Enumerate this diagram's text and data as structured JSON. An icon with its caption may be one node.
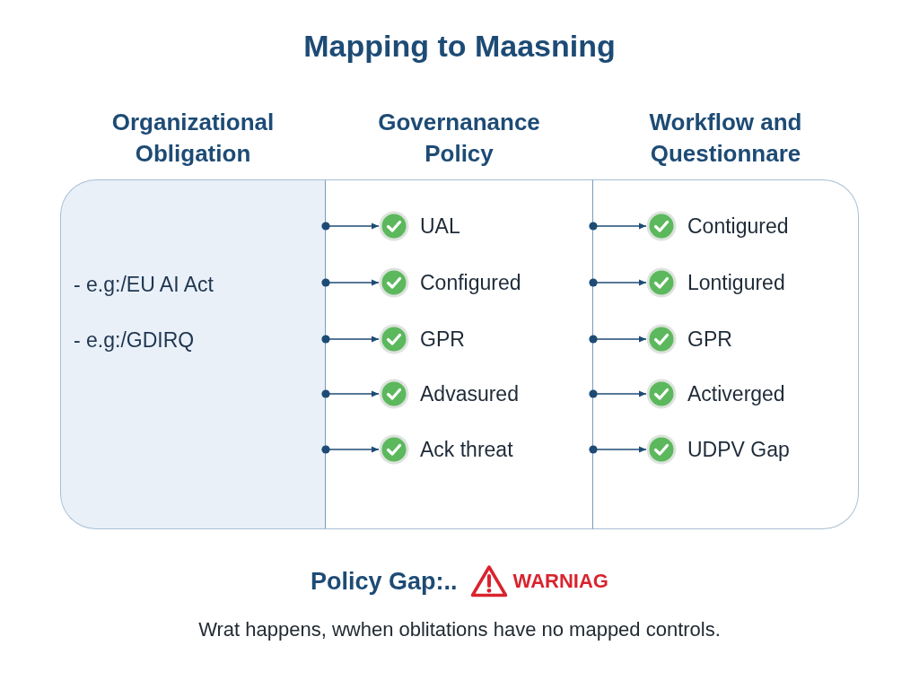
{
  "diagram": {
    "title": "Mapping to Maasning",
    "nodes": [
      {
        "text": [
          "Organizational Obligation",
          "- e.g:/EU AI Act",
          "- e.g:/GDIRQ"
        ]
      },
      {
        "text": [
          "Governanance Policy"
        ]
      },
      {
        "text": [
          "UAL"
        ],
        "in": 1
      },
      {
        "text": [
          "Configured"
        ],
        "in": 1
      },
      {
        "text": [
          "GPR"
        ],
        "in": 1
      },
      {
        "text": [
          "Advasured"
        ],
        "in": 1
      },
      {
        "text": [
          "Ack threat"
        ],
        "in": 1
      },
      {
        "text": [
          "Workflow and Questionnare"
        ]
      },
      {
        "text": [
          "Contigured"
        ],
        "in": 7
      },
      {
        "text": [
          "Lontigured"
        ],
        "in": 7
      },
      {
        "text": [
          "GPR"
        ],
        "in": 7
      },
      {
        "text": [
          "Activerged"
        ],
        "in": 7
      },
      {
        "text": [
          "UDPV Gap"
        ],
        "in": 7
      }
    ],
    "edges": [
      {
        "from": 0,
        "to": 2,
        "arrow": "to"
      },
      {
        "from": 0,
        "to": 3,
        "arrow": "to"
      },
      {
        "from": 0,
        "to": 4,
        "arrow": "to"
      },
      {
        "from": 0,
        "to": 5,
        "arrow": "to"
      },
      {
        "from": 0,
        "to": 6,
        "arrow": "to"
      },
      {
        "from": 1,
        "to": 8,
        "arrow": "to"
      },
      {
        "from": 1,
        "to": 9,
        "arrow": "to"
      },
      {
        "from": 1,
        "to": 10,
        "arrow": "to"
      },
      {
        "from": 1,
        "to": 11,
        "arrow": "to"
      },
      {
        "from": 1,
        "to": 12,
        "arrow": "to"
      }
    ],
    "labels": [
      "Policy Gap:..",
      "WARNIAG",
      "Wrat happens, wwhen oblitations have no mapped controls."
    ]
  }
}
